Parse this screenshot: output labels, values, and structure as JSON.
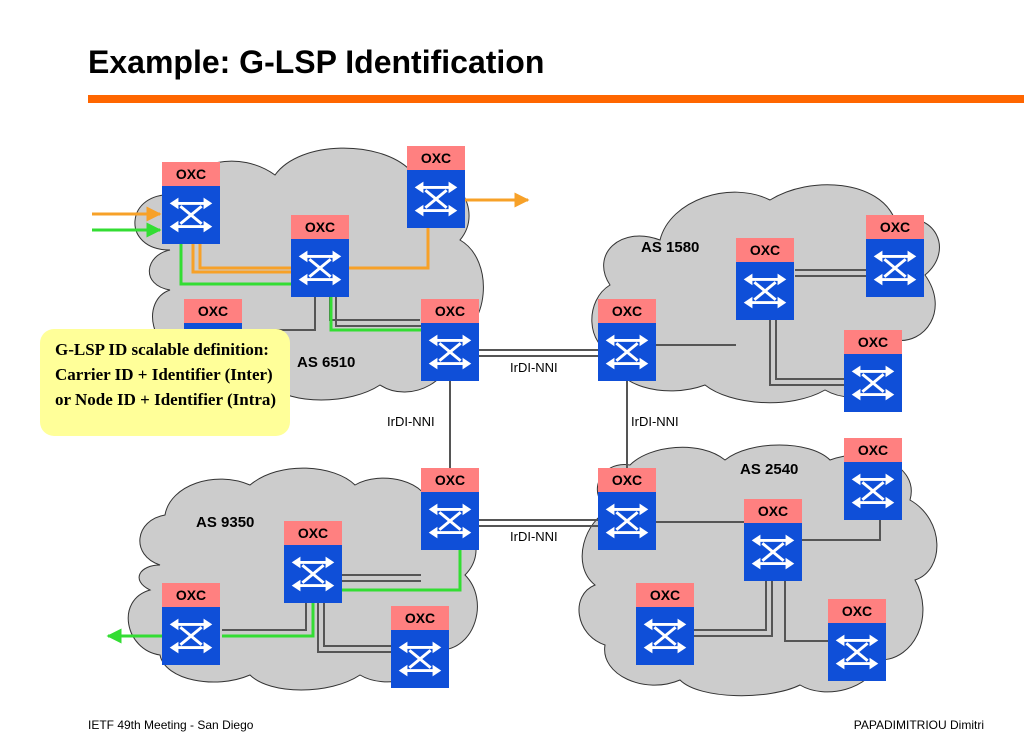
{
  "slide": {
    "title": "Example: G-LSP Identification",
    "footer_left": "IETF 49th Meeting - San Diego",
    "footer_right": "PAPADIMITRIOU Dimitri"
  },
  "colors": {
    "accent": "#ff6600",
    "cloud": "#cccccc",
    "node_body": "#0f4fd8",
    "node_label_bg": "#ff8080",
    "callout_bg": "#ffff99",
    "path_orange": "#f7a128",
    "path_green": "#33dd33",
    "link": "#555555"
  },
  "callout": {
    "text": "G-LSP ID scalable definition: Carrier ID + Identifier (Inter) or Node ID + Identifier (Intra)"
  },
  "domains": [
    {
      "id": "as6510",
      "label": "AS 6510"
    },
    {
      "id": "as1580",
      "label": "AS 1580"
    },
    {
      "id": "as9350",
      "label": "AS 9350"
    },
    {
      "id": "as2540",
      "label": "AS 2540"
    }
  ],
  "nodes": [
    {
      "id": "n1",
      "label": "OXC",
      "domain": "as6510"
    },
    {
      "id": "n2",
      "label": "OXC",
      "domain": "as6510"
    },
    {
      "id": "n3",
      "label": "OXC",
      "domain": "as6510"
    },
    {
      "id": "n4",
      "label": "OXC",
      "domain": "as6510"
    },
    {
      "id": "n5",
      "label": "OXC",
      "domain": "as6510"
    },
    {
      "id": "n6",
      "label": "OXC",
      "domain": "as1580"
    },
    {
      "id": "n7",
      "label": "OXC",
      "domain": "as1580"
    },
    {
      "id": "n8",
      "label": "OXC",
      "domain": "as1580"
    },
    {
      "id": "n9",
      "label": "OXC",
      "domain": "as1580"
    },
    {
      "id": "n10",
      "label": "OXC",
      "domain": "as9350"
    },
    {
      "id": "n11",
      "label": "OXC",
      "domain": "as9350"
    },
    {
      "id": "n12",
      "label": "OXC",
      "domain": "as9350"
    },
    {
      "id": "n13",
      "label": "OXC",
      "domain": "as9350"
    },
    {
      "id": "n14",
      "label": "OXC",
      "domain": "as2540"
    },
    {
      "id": "n15",
      "label": "OXC",
      "domain": "as2540"
    },
    {
      "id": "n16",
      "label": "OXC",
      "domain": "as2540"
    },
    {
      "id": "n17",
      "label": "OXC",
      "domain": "as2540"
    },
    {
      "id": "n18",
      "label": "OXC",
      "domain": "as2540"
    }
  ],
  "inter_domain_links": [
    {
      "label": "IrDI-NNI",
      "from": "n5",
      "to": "n6"
    },
    {
      "label": "IrDI-NNI",
      "from": "n5",
      "to": "n10"
    },
    {
      "label": "IrDI-NNI",
      "from": "n6",
      "to": "n14"
    },
    {
      "label": "IrDI-NNI",
      "from": "n10",
      "to": "n14"
    }
  ]
}
